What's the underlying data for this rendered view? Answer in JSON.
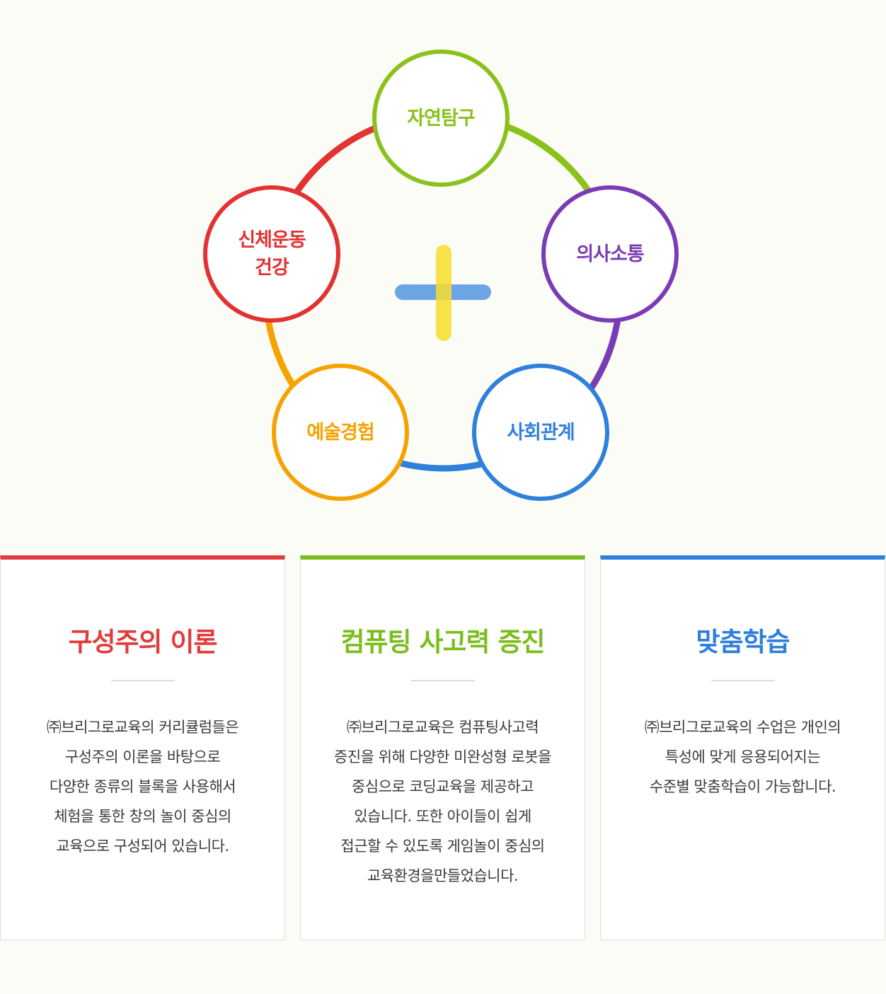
{
  "diagram": {
    "nodes": [
      {
        "id": "nature",
        "label": "자연탐구",
        "color": "#8ac11a"
      },
      {
        "id": "communication",
        "label": "의사소통",
        "color": "#7a3cb4"
      },
      {
        "id": "social",
        "label": "사회관계",
        "color": "#2f7fdc"
      },
      {
        "id": "art",
        "label": "예술경험",
        "color": "#f5a300"
      },
      {
        "id": "physical",
        "label": "신체운동\n건강",
        "color": "#e23232"
      }
    ],
    "plus_colors": {
      "horizontal": "#5b9be3",
      "vertical": "#f7dd2b"
    }
  },
  "cards": [
    {
      "title": "구성주의 이론",
      "color": "#e03c3c",
      "lines": [
        "㈜브리그로교육의 커리큘럼들은",
        "구성주의 이론을 바탕으로",
        "다양한 종류의 블록을 사용해서",
        "체험을 통한 창의 놀이 중심의",
        "교육으로 구성되어 있습니다."
      ]
    },
    {
      "title": "컴퓨팅 사고력 증진",
      "color": "#7cbd1e",
      "lines": [
        "㈜브리그로교육은 컴퓨팅사고력",
        "증진을 위해 다양한 미완성형 로봇을",
        "중심으로 코딩교육을 제공하고",
        "있습니다. 또한 아이들이 쉽게",
        "접근할 수 있도록 게임놀이 중심의",
        "교육환경을만들었습니다."
      ]
    },
    {
      "title": "맞춤학습",
      "color": "#2f7fdc",
      "lines": [
        "㈜브리그로교육의 수업은 개인의",
        "특성에 맞게 응용되어지는",
        "수준별 맞춤학습이 가능합니다."
      ]
    }
  ]
}
